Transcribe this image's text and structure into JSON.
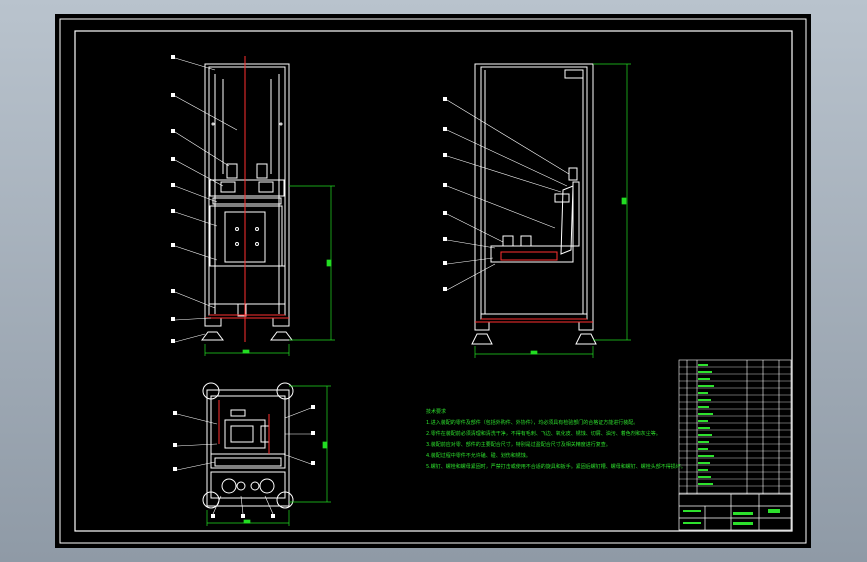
{
  "drawing": {
    "background": "#000000",
    "frame_color": "#ffffff",
    "dimension_color": "#22dd22",
    "center_line_color": "#ff2020"
  },
  "notes": {
    "heading": "技术要求",
    "lines": [
      "1.进入装配的零件及部件（包括外购件、外协件），均必须具有检验部门的合格证方能进行装配。",
      "2.零件在装配前必须清理和清洗干净，不得有毛刺、飞边、氧化皮、锈蚀、切屑、油污、着色剂和灰尘等。",
      "3.装配前应对零、部件的主要配合尺寸，特别是过盈配合尺寸及相关精度进行复查。",
      "4.装配过程中零件不允许磕、碰、划伤和锈蚀。",
      "5.螺钉、螺栓和螺母紧固时，严禁打击或使用不合适的旋具和扳手。紧固后螺钉槽、螺母和螺钉、螺栓头部不得损坏。"
    ]
  }
}
